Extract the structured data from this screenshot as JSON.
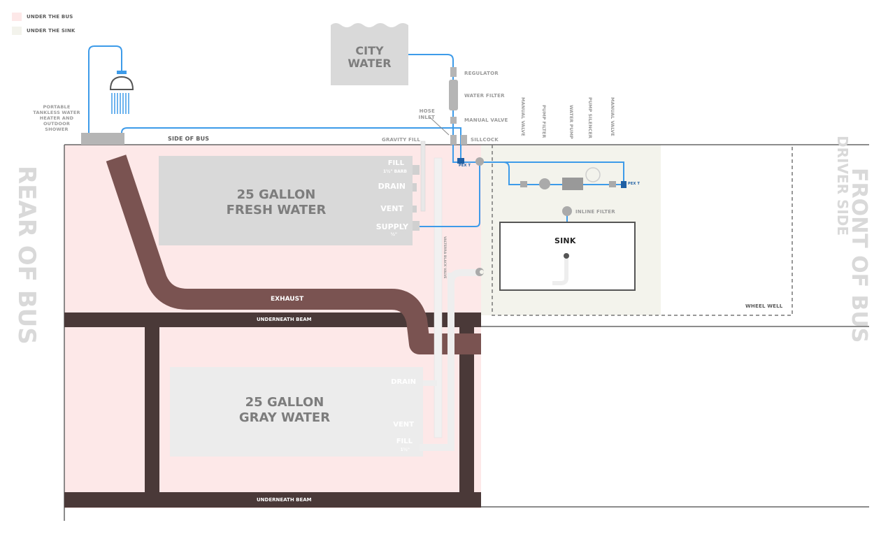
{
  "legend": [
    {
      "label": "UNDER THE BUS",
      "color": "#fde8e8"
    },
    {
      "label": "UNDER THE SINK",
      "color": "#f3f3ec"
    }
  ],
  "city_water": {
    "line1": "CITY",
    "line2": "WATER"
  },
  "labels": {
    "regulator": "REGULATOR",
    "water_filter": "WATER FILTER",
    "manual_valve_top": "MANUAL VALVE",
    "hose_inlet": "HOSE INLET",
    "sillcock": "SILLCOCK",
    "gravity_fill": "GRAVITY FILL",
    "side_of_bus": "SIDE OF BUS",
    "heater": "PORTABLE TANKLESS WATER HEATER AND OUTDOOR SHOWER",
    "pex_t1": "PEX T",
    "pex_t2": "PEX T",
    "inline_filter": "INLINE FILTER",
    "sink": "SINK",
    "wheel_well": "WHEEL WELL",
    "exhaust": "EXHAUST",
    "beam_top": "UNDERNEATH BEAM",
    "beam_bottom": "UNDERNEATH BEAM",
    "valterra": "VALTERRA BLACK VALVE"
  },
  "vertical_labels": [
    "MANUAL VALVE",
    "PUMP FILTER",
    "WATER PUMP",
    "PUMP SILENCER",
    "MANUAL VALVE"
  ],
  "fresh_tank": {
    "title1": "25 GALLON",
    "title2": "FRESH WATER",
    "fill": "FILL",
    "fill_sub": "1½\" BARB",
    "drain": "DRAIN",
    "vent": "VENT",
    "supply": "SUPPLY",
    "supply_sub": "½\""
  },
  "gray_tank": {
    "title1": "25 GALLON",
    "title2": "GRAY WATER",
    "drain": "DRAIN",
    "vent": "VENT",
    "fill": "FILL",
    "fill_sub": "1½\""
  },
  "rear": "REAR OF BUS",
  "front1": "FRONT OF BUS",
  "front2": "DRIVER SIDE",
  "colors": {
    "water_line": "#3d9be9",
    "exhaust": "#7a5351",
    "beam": "#4a3938",
    "tank": "#d9d9d9",
    "under_bus": "#fde8e8",
    "under_sink": "#f3f3ec"
  }
}
